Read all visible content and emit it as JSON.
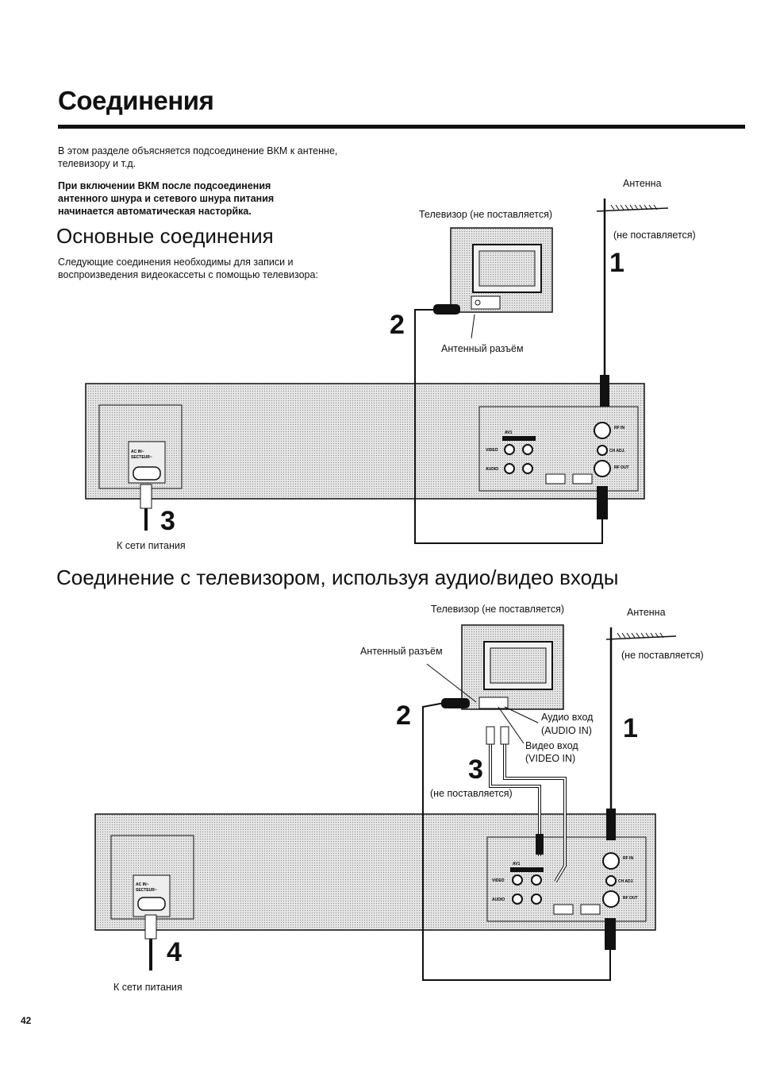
{
  "page": {
    "title": "Соединения",
    "intro": "В этом разделе объясняется подсоединение ВКМ к антенне, телевизору и т.д.",
    "note": "При включении ВКМ после подсоединения антенного шнура и сетевого шнура питания начинается автоматическая насторйка.",
    "page_number": "42"
  },
  "section1": {
    "heading": "Основные соединения",
    "text": "Следующие соединения необходимы для записи и воспроизведения видеокассеты с помощью телевизора:",
    "labels": {
      "antenna": "Антенна",
      "antenna_note": "(не поставляется)",
      "tv": "Телевизор (не поставляется)",
      "antenna_socket": "Антенный разъём",
      "power": "К сети питания"
    },
    "steps": [
      "1",
      "2",
      "3"
    ]
  },
  "section2": {
    "heading": "Соединение с телевизором, используя аудио/видео входы",
    "labels": {
      "tv": "Телевизор (не поставляется)",
      "antenna": "Антенна",
      "antenna_note": "(не поставляется)",
      "antenna_socket": "Антенный разъём",
      "audio_in": "Аудио вход",
      "audio_in_en": "(AUDIO IN)",
      "video_in": "Видео вход",
      "video_in_en": "(VIDEO IN)",
      "cable_note": "(не поставляется)",
      "power": "К сети питания"
    },
    "steps": [
      "1",
      "2",
      "3",
      "4"
    ]
  },
  "vcr_panel": {
    "av1": "AV1",
    "video": "VIDEO",
    "audio": "AUDIO",
    "rf_in": "RF IN",
    "ch_adj": "CH ADJ.",
    "rf_out": "RF OUT",
    "ac_in": "AC IN~",
    "secteur": "SECTEUR~"
  }
}
